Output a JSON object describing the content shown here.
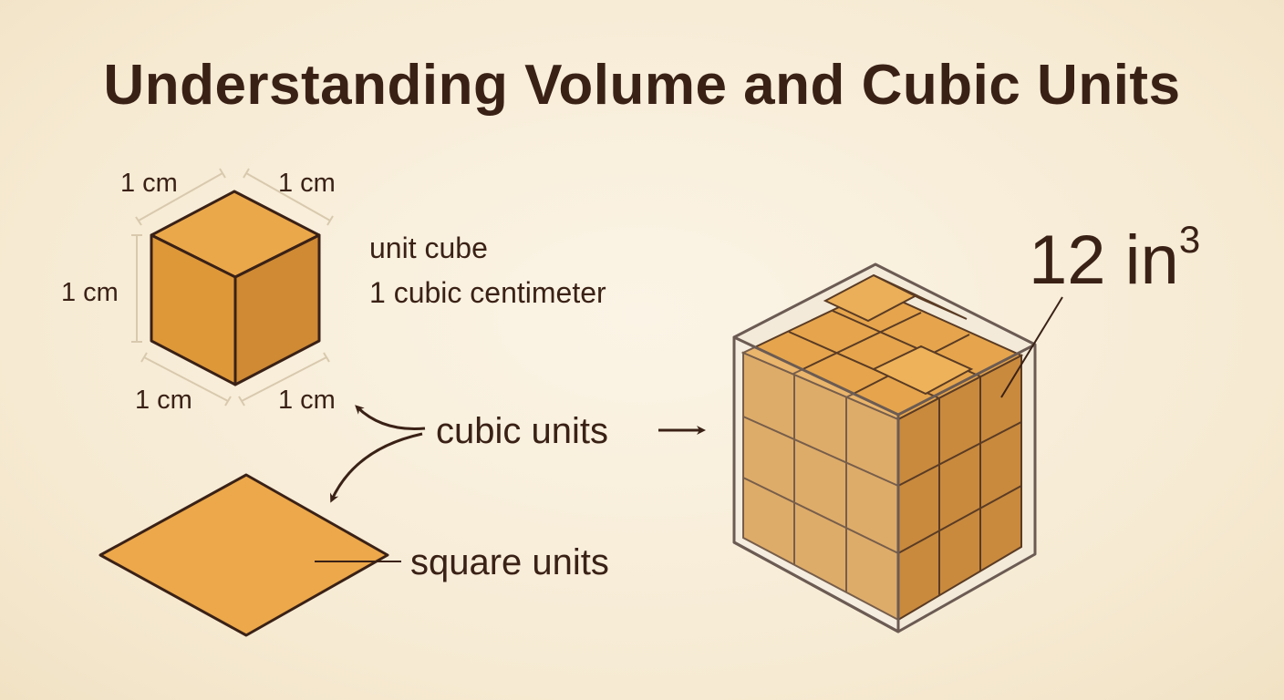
{
  "title": "Understanding Volume and Cubic Units",
  "unit_cube": {
    "edge_labels": {
      "top_left": "1 cm",
      "top_right": "1 cm",
      "left": "1 cm",
      "bottom_left": "1 cm",
      "bottom_right": "1 cm"
    },
    "caption_line1": "unit cube",
    "caption_line2": "1 cubic centimeter"
  },
  "labels": {
    "cubic_units": "cubic units",
    "square_units": "square units",
    "volume_value": "12 in",
    "volume_exponent": "3"
  },
  "colors": {
    "background": "#f8eedb",
    "ink": "#3a2116",
    "cube_top": "#eba84a",
    "cube_left": "#de9838",
    "cube_right": "#cf8a33",
    "dimension_line": "#d9cbb1",
    "box_outline": "#6b5b53"
  },
  "icons": [
    "curved-arrow-icon",
    "right-arrow-icon",
    "leader-line"
  ]
}
